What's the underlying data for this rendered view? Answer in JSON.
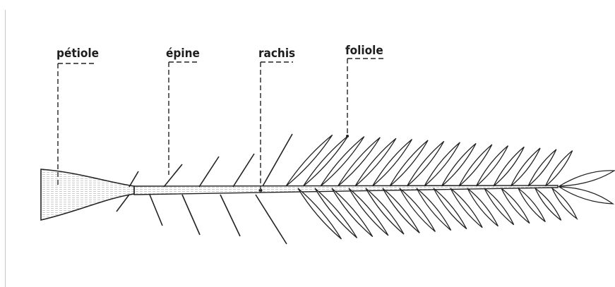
{
  "diagram": {
    "labels": {
      "petiole": "pétiole",
      "epine": "épine",
      "rachis": "rachis",
      "foliole": "foliole"
    },
    "colors": {
      "ink": "#222222",
      "background": "#ffffff"
    }
  }
}
